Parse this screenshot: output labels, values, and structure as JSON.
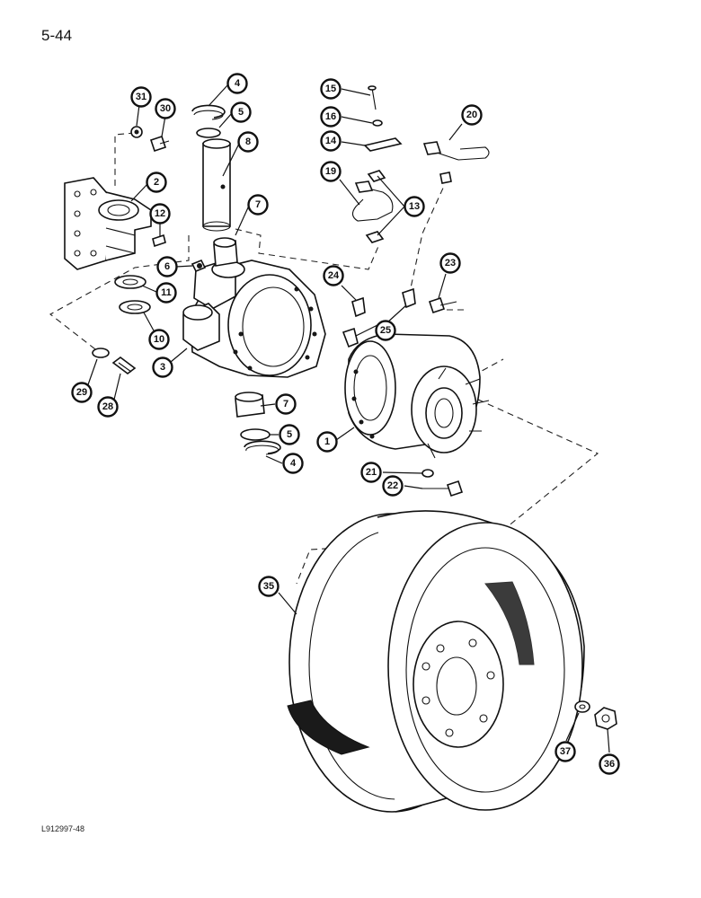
{
  "page": {
    "page_number": "5-44",
    "figure_code": "L912997-48"
  },
  "callouts": {
    "c1": "1",
    "c2": "2",
    "c3": "3",
    "c4a": "4",
    "c4b": "4",
    "c5a": "5",
    "c5b": "5",
    "c6": "6",
    "c7a": "7",
    "c7b": "7",
    "c8": "8",
    "c10": "10",
    "c11": "11",
    "c12": "12",
    "c13": "13",
    "c14": "14",
    "c15": "15",
    "c16": "16",
    "c19": "19",
    "c20": "20",
    "c21": "21",
    "c22": "22",
    "c23": "23",
    "c24": "24",
    "c25": "25",
    "c28": "28",
    "c29": "29",
    "c30": "30",
    "c31": "31",
    "c35": "35",
    "c36": "36",
    "c37": "37"
  }
}
